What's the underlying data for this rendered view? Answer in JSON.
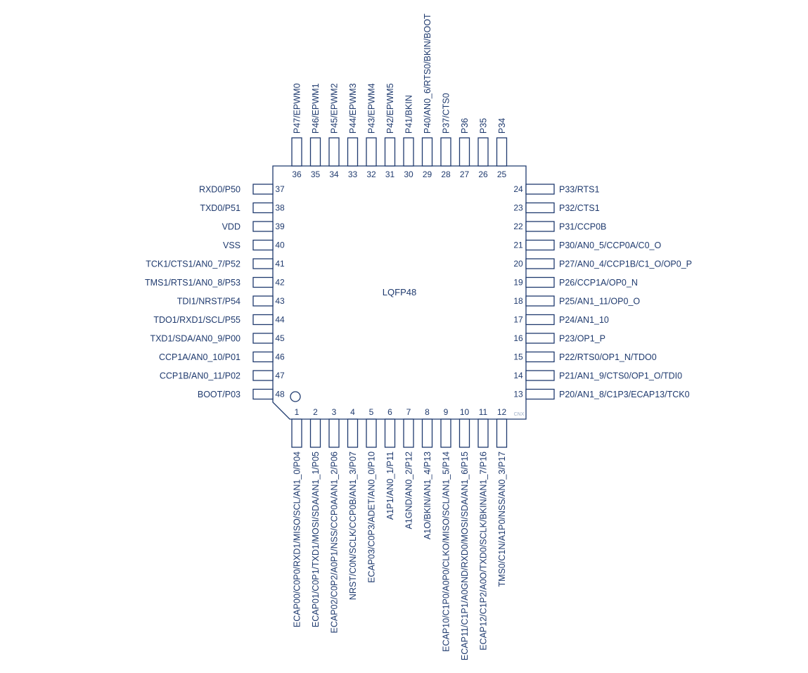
{
  "package_label": "LQFP48",
  "corner_mark": "CNX",
  "colors": {
    "ink": "#1f3a6e",
    "background": "#ffffff",
    "mark": "#9fb0c8"
  },
  "pins": {
    "left": [
      {
        "num": "37",
        "name": "RXD0/P50"
      },
      {
        "num": "38",
        "name": "TXD0/P51"
      },
      {
        "num": "39",
        "name": "VDD"
      },
      {
        "num": "40",
        "name": "VSS"
      },
      {
        "num": "41",
        "name": "TCK1/CTS1/AN0_7/P52"
      },
      {
        "num": "42",
        "name": "TMS1/RTS1/AN0_8/P53"
      },
      {
        "num": "43",
        "name": "TDI1/NRST/P54"
      },
      {
        "num": "44",
        "name": "TDO1/RXD1/SCL/P55"
      },
      {
        "num": "45",
        "name": "TXD1/SDA/AN0_9/P00"
      },
      {
        "num": "46",
        "name": "CCP1A/AN0_10/P01"
      },
      {
        "num": "47",
        "name": "CCP1B/AN0_11/P02"
      },
      {
        "num": "48",
        "name": "BOOT/P03"
      }
    ],
    "right": [
      {
        "num": "24",
        "name": "P33/RTS1"
      },
      {
        "num": "23",
        "name": "P32/CTS1"
      },
      {
        "num": "22",
        "name": "P31/CCP0B"
      },
      {
        "num": "21",
        "name": "P30/AN0_5/CCP0A/C0_O"
      },
      {
        "num": "20",
        "name": "P27/AN0_4/CCP1B/C1_O/OP0_P"
      },
      {
        "num": "19",
        "name": "P26/CCP1A/OP0_N"
      },
      {
        "num": "18",
        "name": "P25/AN1_11/OP0_O"
      },
      {
        "num": "17",
        "name": "P24/AN1_10"
      },
      {
        "num": "16",
        "name": "P23/OP1_P"
      },
      {
        "num": "15",
        "name": "P22/RTS0/OP1_N/TDO0"
      },
      {
        "num": "14",
        "name": "P21/AN1_9/CTS0/OP1_O/TDI0"
      },
      {
        "num": "13",
        "name": "P20/AN1_8/C1P3/ECAP13/TCK0"
      }
    ],
    "top": [
      {
        "num": "36",
        "name": "P47/EPWM0"
      },
      {
        "num": "35",
        "name": "P46/EPWM1"
      },
      {
        "num": "34",
        "name": "P45/EPWM2"
      },
      {
        "num": "33",
        "name": "P44/EPWM3"
      },
      {
        "num": "32",
        "name": "P43/EPWM4"
      },
      {
        "num": "31",
        "name": "P42/EPWM5"
      },
      {
        "num": "30",
        "name": "P41/BKIN"
      },
      {
        "num": "29",
        "name": "P40/AN0_6/RTS0/BKIN/BOOT"
      },
      {
        "num": "28",
        "name": "P37/CTS0"
      },
      {
        "num": "27",
        "name": "P36"
      },
      {
        "num": "26",
        "name": "P35"
      },
      {
        "num": "25",
        "name": "P34"
      }
    ],
    "bottom": [
      {
        "num": "1",
        "name": "ECAP00/C0P0/RXD1/MISO/SCL/AN1_0/P04"
      },
      {
        "num": "2",
        "name": "ECAP01/C0P1/TXD1/MOSI/SDA/AN1_1/P05"
      },
      {
        "num": "3",
        "name": "ECAP02/C0P2/A0P1/NSS/CCP0A/AN1_2/P06"
      },
      {
        "num": "4",
        "name": "NRST/C0N/SCLK/CCP0B/AN1_3/P07"
      },
      {
        "num": "5",
        "name": "ECAP03/C0P3/ADET/AN0_0/P10"
      },
      {
        "num": "6",
        "name": "A1P1/AN0_1/P11"
      },
      {
        "num": "7",
        "name": "A1GND/AN0_2/P12"
      },
      {
        "num": "8",
        "name": "A1O/BKIN/AN1_4/P13"
      },
      {
        "num": "9",
        "name": "ECAP10/C1P0/A0P0/CLKO/MISO/SCL/AN1_5/P14"
      },
      {
        "num": "10",
        "name": "ECAP11/C1P1/A0GND/RXD0/MOSI/SDA/AN1_6/P15"
      },
      {
        "num": "11",
        "name": "ECAP12/C1P2/A0O/TXD0/SCLK/BKIN/AN1_7/P16"
      },
      {
        "num": "12",
        "name": "TMS0/C1N/A1P0/NSS/AN0_3/P17"
      }
    ]
  }
}
